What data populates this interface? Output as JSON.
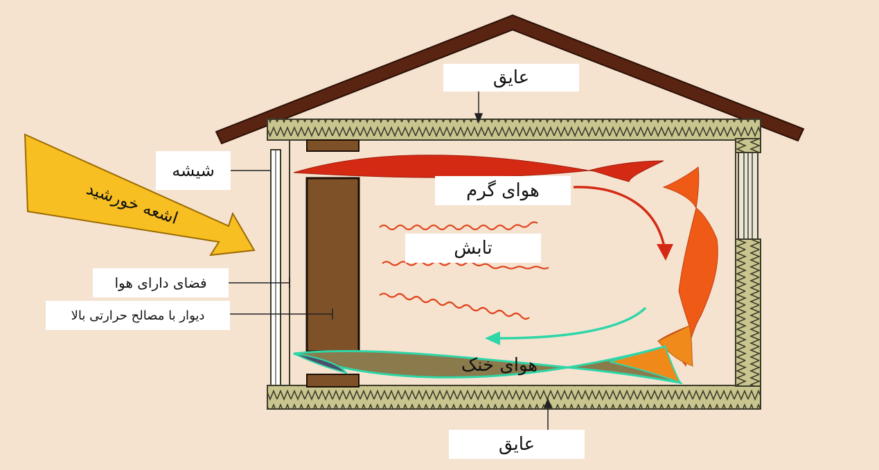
{
  "labels": {
    "roof_insulation": "عایق",
    "glass": "شیشه",
    "sun_rays": "اشعه خورشید",
    "warm_air": "هوای گرم",
    "radiation": "تابش",
    "air_space": "فضای دارای هوا",
    "thermal_wall": "دیوار با مصالح حرارتی بالا",
    "cool_air": "هوای خنک",
    "floor_insulation": "عایق"
  },
  "colors": {
    "background": "#f5e3d0",
    "roof": "#5a2412",
    "insulation": "#c9c58f",
    "thermal_wall": "#7f5129",
    "sun_arrow": "#f7bf22",
    "warm_air": "#d42a14",
    "cool_air": "#2fd6a8",
    "radiation": "#e0441d"
  }
}
